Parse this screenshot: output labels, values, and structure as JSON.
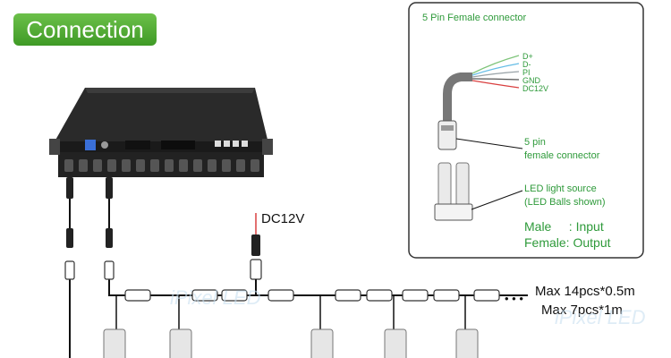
{
  "badge": {
    "title": "Connection"
  },
  "inset": {
    "title": "5 Pin Female connector",
    "pins": [
      "D+",
      "D-",
      "PI",
      "GND",
      "DC12V"
    ],
    "pin_colors": [
      "#7ec47a",
      "#66bde6",
      "#9aa3a8",
      "#555555",
      "#d94040"
    ],
    "pin_label": [
      "5 pin",
      "female connector"
    ],
    "source_label": [
      "LED light source",
      "(LED Balls shown)"
    ],
    "male_label": "Male     : Input",
    "female_label": "Female: Output"
  },
  "diagram": {
    "dc_label": "DC12V",
    "max_line1": "Max 14pcs*0.5m",
    "max_line2": "Max 7pcs*1m",
    "watermark": "iPixel LED",
    "dots": "• • •",
    "accent": "#3f9a26",
    "wire_color": "#d94040"
  }
}
